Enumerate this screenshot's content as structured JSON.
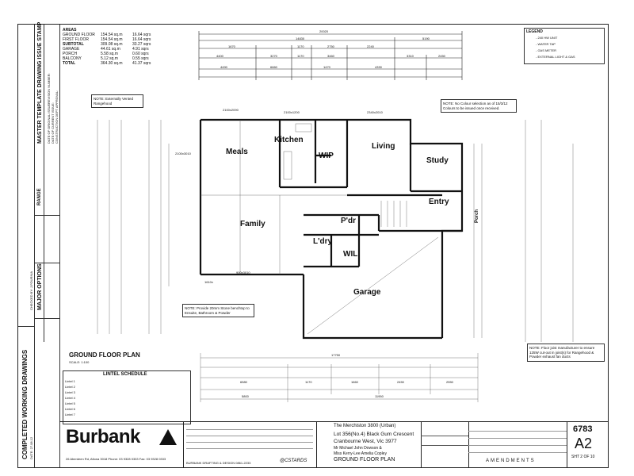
{
  "stamp": {
    "completed": "COMPLETED WORKING DRAWINGS",
    "major_options": "MAJOR OPTIONS",
    "range": "RANGE",
    "master_template": "MASTER TEMPLATE DRAWING ISSUE STAMP",
    "checked_by": "CHECKED BY: J.FOURNIA",
    "date": "DATE: 27.08.12",
    "rows": [
      "DATE OF ORIGINAL ISSUE:",
      "DATE OF CURRENT ISSUE:",
      "CONSTRUCTION DEPT APPROVAL:",
      "REVISION NUMBER:"
    ]
  },
  "areas": {
    "label": "AREAS",
    "rows": [
      {
        "name": "GROUND FLOOR",
        "m2": "154.54 sq.m",
        "sq": "16.64 sqrs"
      },
      {
        "name": "FIRST FLOOR",
        "m2": "154.54 sq.m",
        "sq": "16.64 sqrs"
      },
      {
        "name": "SUBTOTAL",
        "m2": "309.08 sq.m",
        "sq": "33.27 sqrs"
      },
      {
        "name": "GARAGE",
        "m2": "44.61 sq.m",
        "sq": "4.91 sqrs"
      },
      {
        "name": "PORCH",
        "m2": "5.58 sq.m",
        "sq": "0.60 sqrs"
      },
      {
        "name": "BALCONY",
        "m2": "5.12 sq.m",
        "sq": "0.55 sqrs"
      },
      {
        "name": "TOTAL",
        "m2": "364.30 sq.m",
        "sq": "41.37 sqrs"
      }
    ]
  },
  "rooms": {
    "meals": "Meals",
    "kitchen": "Kitchen",
    "wip": "WIP",
    "living": "Living",
    "study": "Study",
    "entry": "Entry",
    "family": "Family",
    "pdr": "P'dr",
    "ldry": "L'dry",
    "wil": "WIL",
    "garage": "Garage",
    "porch": "Porch"
  },
  "notes": {
    "n1": "NOTE: Externally Vented Rangehood",
    "n2": "NOTE: Provide 20mm Stone benchtop to Ensuite, Bathroom & Powder",
    "n3": "NOTE: No Colour selection as of 15/3/12 Colours to be issued once received.",
    "n4": "NOTE: Floor joist manufacturer to ensure 125W cut-out in joist(s) for Rangehood & Powder exhaust fan ducts"
  },
  "dims": {
    "overall_top": "20020",
    "d1": "14830",
    "d2": "5190",
    "overall_bottom": "17750",
    "row2": [
      "1670",
      "1170",
      "2750",
      "2240"
    ],
    "row3": [
      "4400",
      "3270",
      "1170",
      "3460",
      "3310",
      "2450"
    ],
    "row4": [
      "4490",
      "6660",
      "1470",
      "4330"
    ],
    "bottom_row1": [
      "6580",
      "1170",
      "1660",
      "2450",
      "2550"
    ],
    "bottom_row2": [
      "5800",
      "11950"
    ],
    "windows": [
      "2100x2090",
      "2100x3010",
      "2100x1200",
      "2340x2010",
      "900x3010",
      "1610x"
    ]
  },
  "plan_title": "GROUND FLOOR PLAN",
  "plan_scale": "SCALE: 1:100",
  "lintel": {
    "title": "LINTEL SCHEDULE",
    "rows": [
      "Lintel 1",
      "Lintel 2",
      "Lintel 3",
      "Lintel 4",
      "Lintel 5",
      "Lintel 6",
      "Lintel 7"
    ]
  },
  "legend": {
    "title": "LEGEND",
    "items": [
      "- 240 HW UNIT",
      "- WATER TAP",
      "- GAS METER",
      "- EXTERNAL LIGHT & GAS"
    ]
  },
  "brand": {
    "logo": "Burbank",
    "address": "26 Aberdeen Rd, Altona 3018   Phone: 03 9328 0333   Fax: 03 9328 0333",
    "drafting": "BURBANK DRAFTING & DESIGN   0861-2233",
    "signature": "@CSTARDS"
  },
  "project": {
    "house": "The Merchiston 3800 (Urban)",
    "lot": "Lot 356(No.4) Black Gum Crescent",
    "suburb": "Cranbourne West, Vic 3977",
    "client1": "Mr  Michael John Dowson &",
    "client2": "Miss  Kerry-Lee Amelia Copley",
    "sheet_title": "GROUND FLOOR PLAN",
    "job_no": "6783",
    "size": "A2",
    "sheet": "SHT 2 OF 10",
    "amendments": "AMENDMENTS"
  }
}
